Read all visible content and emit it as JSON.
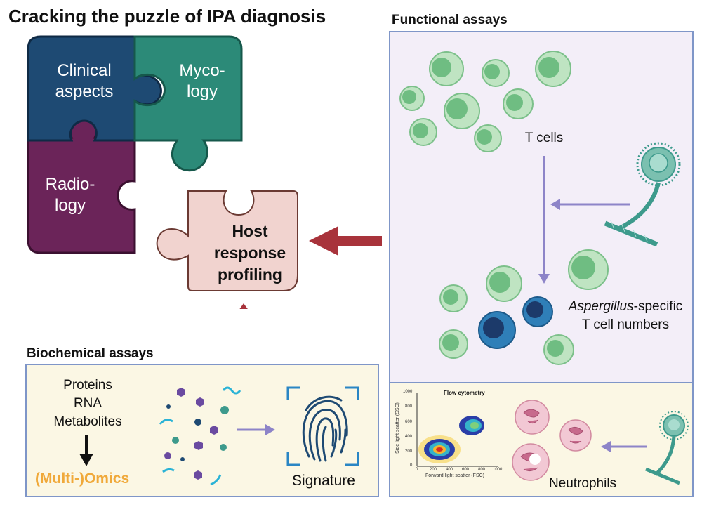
{
  "title": "Cracking the puzzle of IPA diagnosis",
  "puzzle": {
    "clinical": [
      "Clinical",
      "aspects"
    ],
    "mycology": [
      "Myco-",
      "logy"
    ],
    "radiology": [
      "Radio-",
      "logy"
    ],
    "host": [
      "Host",
      "response",
      "profiling"
    ]
  },
  "functional": {
    "title": "Functional assays",
    "t_cells": "T cells",
    "specific_italic": "Aspergillus",
    "specific_rest": "-specific",
    "specific_line2": "T cell numbers",
    "neutrophils": "Neutrophils"
  },
  "flow": {
    "title": "Flow cytometry",
    "xlabel": "Forward light scatter (FSC)",
    "ylabel": "Side light scatter (SSC)",
    "xticks": [
      "0",
      "200",
      "400",
      "600",
      "800",
      "1000"
    ],
    "yticks": [
      "0",
      "200",
      "400",
      "600",
      "800",
      "1000"
    ]
  },
  "biochemical": {
    "title": "Biochemical assays",
    "items": [
      "Proteins",
      "RNA",
      "Metabolites"
    ],
    "omics": "(Multi-)Omics",
    "signature": "Signature"
  },
  "colors": {
    "clinical": "#1e4a73",
    "mycology": "#2c8a78",
    "radiology": "#6b2459",
    "host": "#f1d3cf",
    "arrow_red": "#a8333b",
    "arrow_purple": "#8d84c8",
    "panel_border": "#7f96c8"
  }
}
